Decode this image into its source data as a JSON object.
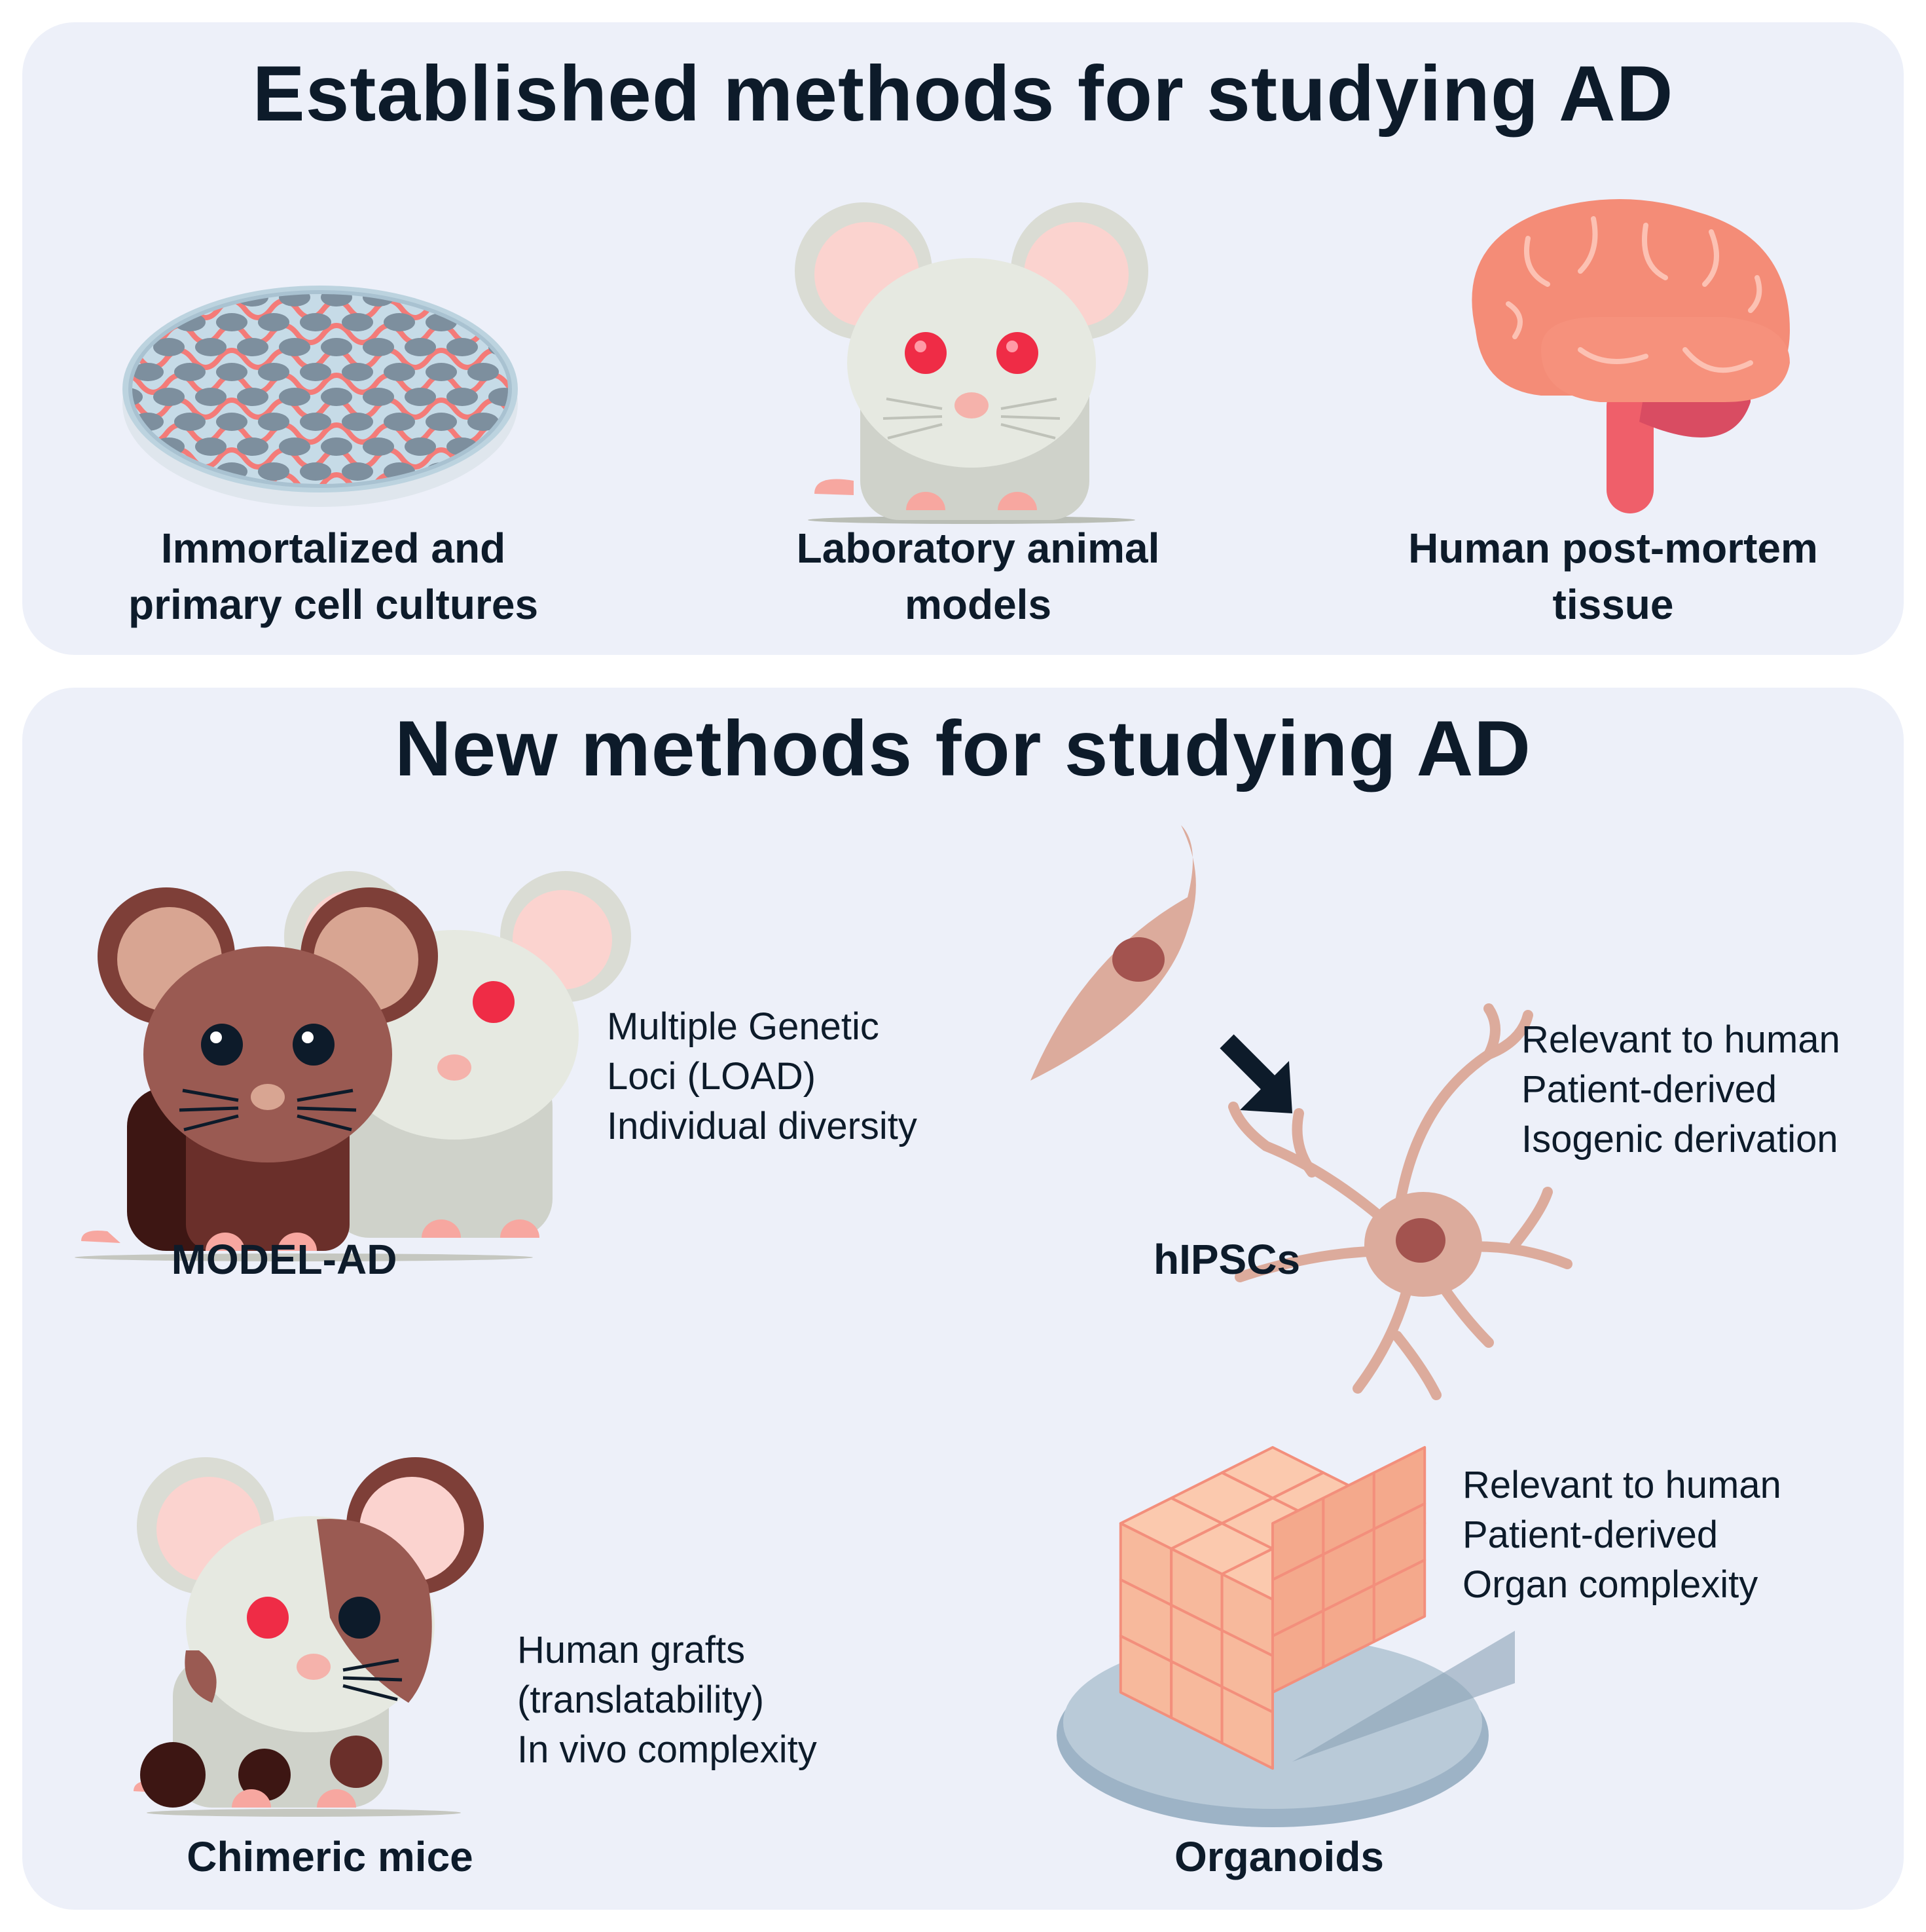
{
  "sections": {
    "established": {
      "title": "Established methods for studying AD",
      "items": [
        {
          "label_lines": [
            "Immortalized and",
            "primary cell cultures"
          ]
        },
        {
          "label_lines": [
            "Laboratory animal",
            "models"
          ]
        },
        {
          "label_lines": [
            "Human post-mortem",
            "tissue"
          ]
        }
      ]
    },
    "new": {
      "title": "New methods for studying AD",
      "items": [
        {
          "label": "MODEL-AD",
          "lines": [
            "Multiple Genetic",
            "Loci (LOAD)",
            "Individual diversity"
          ]
        },
        {
          "label": "hIPSCs",
          "lines": [
            "Relevant to human",
            "Patient-derived",
            "Isogenic derivation"
          ]
        },
        {
          "label": "Chimeric mice",
          "lines": [
            "Human grafts",
            "(translatability)",
            "In vivo complexity"
          ]
        },
        {
          "label": "Organoids",
          "lines": [
            "Relevant to human",
            "Patient-derived",
            "Organ complexity"
          ]
        }
      ]
    }
  },
  "colors": {
    "panel": "#edf0f9",
    "text": "#0d1b2a",
    "mouse_white": "#e6e9e1",
    "mouse_brown": "#9a5a52",
    "ear_pink": "#f7c3bd",
    "eye_red": "#ef2c46",
    "brain": "#f48c77",
    "cell": "#dcab9c",
    "organoid": "#f7b99c"
  }
}
